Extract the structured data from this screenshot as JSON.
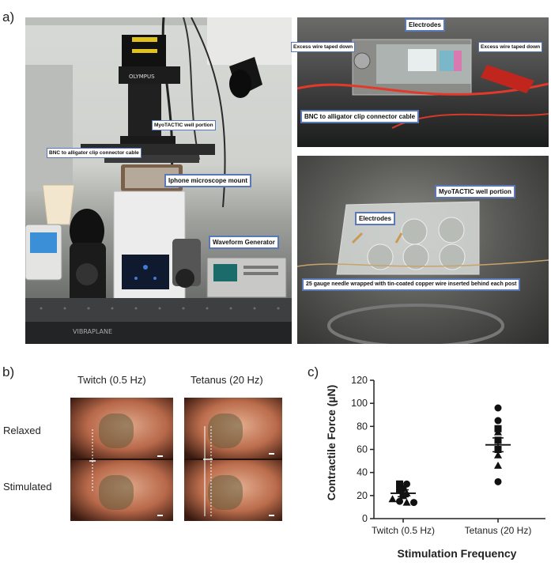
{
  "panels": {
    "a": "a)",
    "b": "b)",
    "c": "c)"
  },
  "panel_a": {
    "main_callouts": {
      "myotactic": "MyoTACTIC well portion",
      "bnc": "BNC to alligator clip connector cable",
      "iphone": "Iphone microscope mount",
      "waveform": "Waveform Generator"
    },
    "scope_brand": "OLYMPUS",
    "table_brand": "VIBRAPLANE",
    "top_right_callouts": {
      "electrodes": "Electrodes",
      "excess_left": "Excess wire taped down",
      "excess_right": "Excess wire taped down",
      "bnc": "BNC to alligator clip connector cable"
    },
    "bottom_right_callouts": {
      "myotactic": "MyoTACTIC well portion",
      "electrodes": "Electrodes",
      "needle": "25 gauge needle wrapped with tin-coated copper wire inserted behind each post"
    }
  },
  "panel_b": {
    "columns": [
      "Twitch (0.5 Hz)",
      "Tetanus (20 Hz)"
    ],
    "rows": [
      "Relaxed",
      "Stimulated"
    ]
  },
  "chart_data": {
    "type": "scatter",
    "categories": [
      "Twitch (0.5 Hz)",
      "Tetanus (20 Hz)"
    ],
    "ylabel": "Contractile Force (µN)",
    "xlabel": "Stimulation Frequency",
    "ylim": [
      0,
      120
    ],
    "yticks": [
      0,
      20,
      40,
      60,
      80,
      100,
      120
    ],
    "groups": [
      {
        "category": "Twitch (0.5 Hz)",
        "mean": 22,
        "sem": 3,
        "points": [
          {
            "y": 30,
            "marker": "square"
          },
          {
            "y": 30,
            "marker": "circle"
          },
          {
            "y": 26,
            "marker": "circle"
          },
          {
            "y": 25,
            "marker": "square"
          },
          {
            "y": 22,
            "marker": "triangle"
          },
          {
            "y": 20,
            "marker": "square"
          },
          {
            "y": 17,
            "marker": "triangle"
          },
          {
            "y": 15,
            "marker": "circle"
          },
          {
            "y": 14,
            "marker": "triangle"
          },
          {
            "y": 14,
            "marker": "circle"
          }
        ]
      },
      {
        "category": "Tetanus (20 Hz)",
        "mean": 64,
        "sem": 6,
        "points": [
          {
            "y": 96,
            "marker": "circle"
          },
          {
            "y": 85,
            "marker": "circle"
          },
          {
            "y": 78,
            "marker": "square"
          },
          {
            "y": 75,
            "marker": "triangle"
          },
          {
            "y": 68,
            "marker": "square"
          },
          {
            "y": 60,
            "marker": "square"
          },
          {
            "y": 55,
            "marker": "triangle"
          },
          {
            "y": 46,
            "marker": "triangle"
          },
          {
            "y": 32,
            "marker": "circle"
          }
        ]
      }
    ]
  }
}
